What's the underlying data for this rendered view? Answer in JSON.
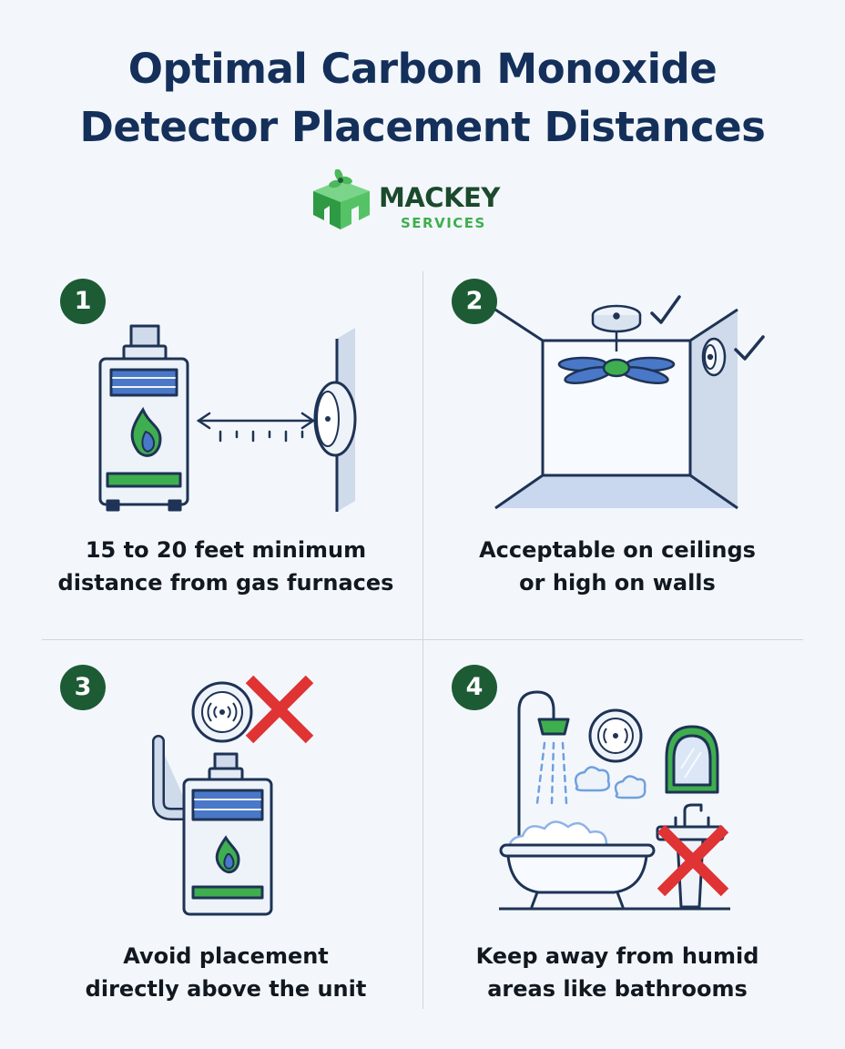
{
  "title": {
    "line1": "Optimal Carbon Monoxide",
    "line2": "Detector Placement Distances"
  },
  "logo": {
    "name": "MACKEY",
    "sub": "SERVICES"
  },
  "panels": [
    {
      "number": "1",
      "line1": "15 to 20 feet minimum",
      "line2": "distance from gas furnaces"
    },
    {
      "number": "2",
      "line1": "Acceptable on ceilings",
      "line2": "or high on walls"
    },
    {
      "number": "3",
      "line1": "Avoid placement",
      "line2": "directly above the unit"
    },
    {
      "number": "4",
      "line1": "Keep away from humid",
      "line2": "areas like bathrooms"
    }
  ],
  "colors": {
    "title": "#14305a",
    "badge": "#1d5b35",
    "brand_green": "#3fae4e",
    "outline": "#1e3355",
    "accent_blue": "#4a78c8",
    "light_blue": "#c9d8ef",
    "cross_red": "#e03333"
  }
}
